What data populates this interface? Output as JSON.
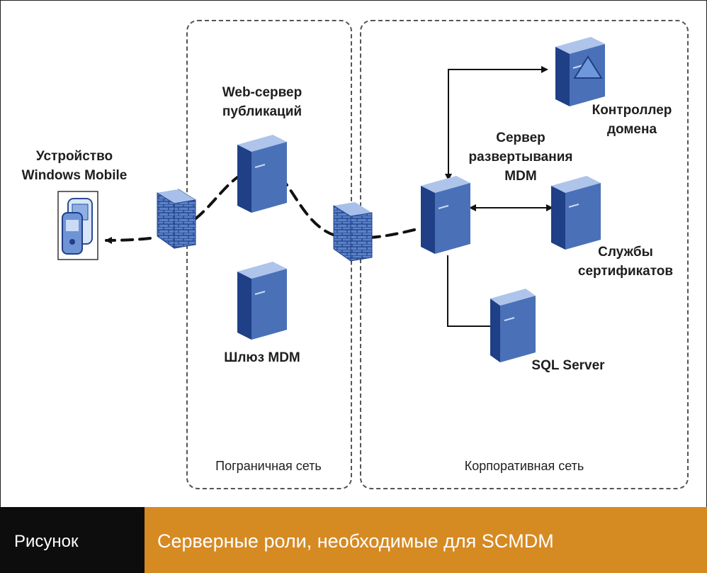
{
  "zones": {
    "perimeter_label": "Пограничная сеть",
    "corporate_label": "Корпоративная сеть"
  },
  "nodes": {
    "device": [
      "Устройство",
      "Windows Mobile"
    ],
    "web_server": [
      "Web-сервер",
      "публикаций"
    ],
    "gateway": [
      "Шлюз MDM"
    ],
    "deployment_server": [
      "Сервер",
      "развертывания",
      "MDM"
    ],
    "domain_controller": [
      "Контроллер",
      "домена"
    ],
    "cert_services": [
      "Службы",
      "сертификатов"
    ],
    "sql_server": [
      "SQL Server"
    ]
  },
  "caption": {
    "label": "Рисунок",
    "text": "Серверные роли, необходимые для SCMDM"
  },
  "colors": {
    "server_front": "#4a70b8",
    "server_side": "#1f3f86",
    "server_top": "#aec4ea",
    "firewall": "#5a82c8",
    "caption_accent": "#d68a22",
    "caption_dark": "#0d0d0d"
  }
}
